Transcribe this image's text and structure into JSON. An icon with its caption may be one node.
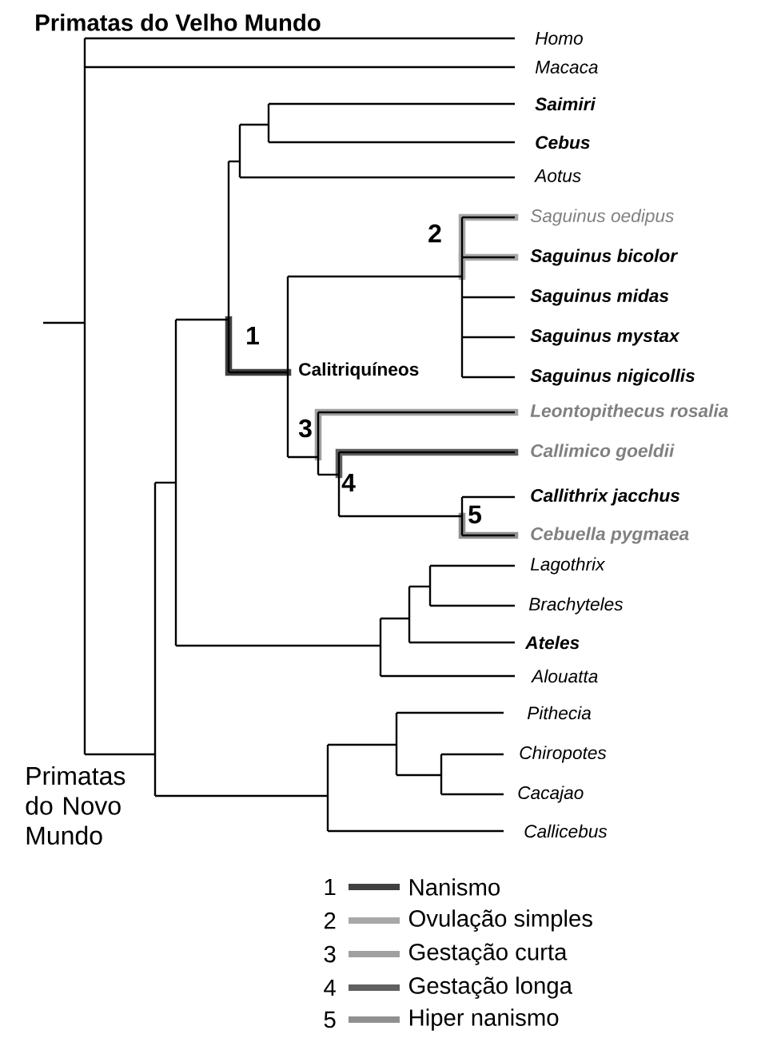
{
  "diagram": {
    "labels": [
      "Primatas do Velho Mundo",
      "Homo",
      "Macaca",
      "Saimiri",
      "Cebus",
      "Aotus",
      "2",
      "Saguinus oedipus",
      "Saguinus bicolor",
      "Saguinus midas",
      "Saguinus mystax",
      "1",
      "Calitriquíneos",
      "Saguinus nigicollis",
      "3",
      "Leontopithecus rosalia",
      "Callimico goeldii",
      "4",
      "5",
      "Callithrix jacchus",
      "Cebuella pygmaea",
      "Lagothrix",
      "Brachyteles",
      "Ateles",
      "Alouatta",
      "Pithecia",
      "Primatas do Novo Mundo",
      "Chiropotes",
      "Cacajao",
      "Callicebus",
      "1",
      "2",
      "3",
      "4",
      "5"
    ],
    "legend": [
      {
        "text": "Nanismo",
        "color": "#404040"
      },
      {
        "text": "Ovulação simples",
        "color": "#a8a8a8"
      },
      {
        "text": "Gestação curta",
        "color": "#a0a0a0"
      },
      {
        "text": "Gestação longa",
        "color": "#606060"
      },
      {
        "text": "Hiper nanismo",
        "color": "#909090"
      }
    ]
  }
}
